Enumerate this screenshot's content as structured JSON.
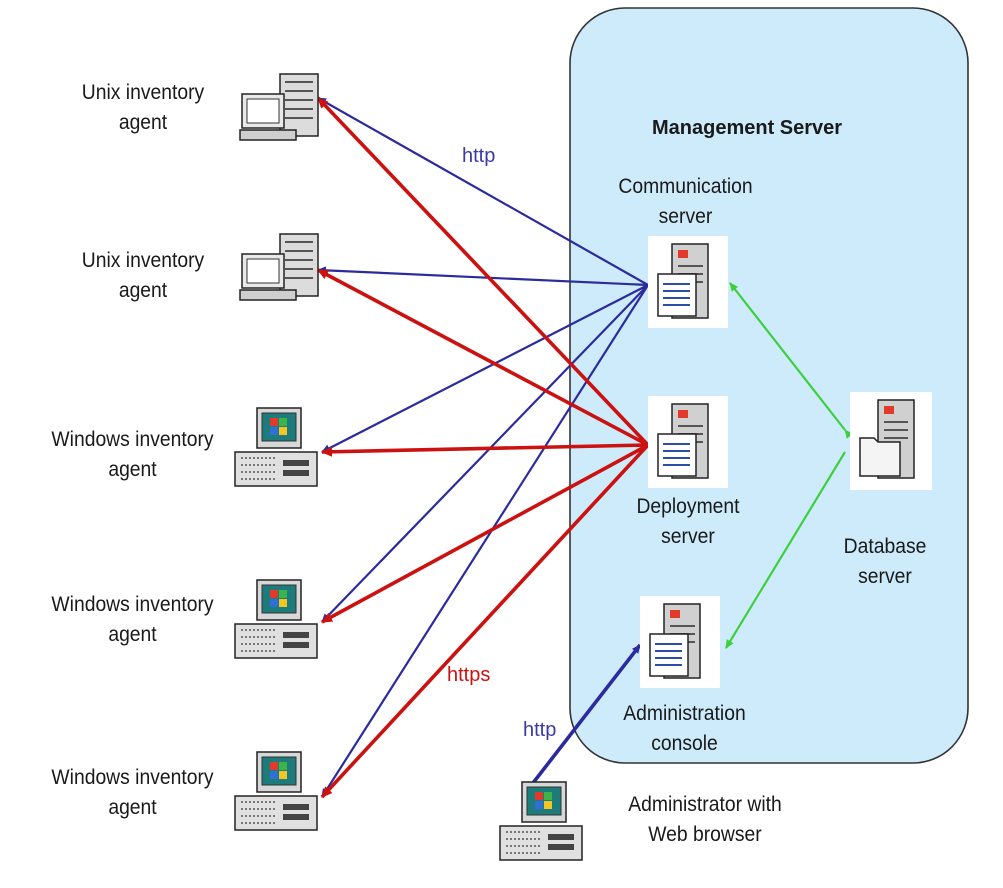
{
  "diagram": {
    "management_server_title": "Management Server",
    "agents": [
      {
        "line1": "Unix  inventory",
        "line2": "agent",
        "kind": "unix"
      },
      {
        "line1": "Unix  inventory",
        "line2": "agent",
        "kind": "unix"
      },
      {
        "line1": "Windows  inventory",
        "line2": "agent",
        "kind": "windows"
      },
      {
        "line1": "Windows  inventory",
        "line2": "agent",
        "kind": "windows"
      },
      {
        "line1": "Windows  inventory",
        "line2": "agent",
        "kind": "windows"
      }
    ],
    "servers": {
      "communication": {
        "line1": "Communication",
        "line2": "server"
      },
      "deployment": {
        "line1": "Deployment",
        "line2": "server"
      },
      "administration": {
        "line1": "Administration",
        "line2": "console"
      },
      "database": {
        "line1": "Database",
        "line2": "server"
      }
    },
    "administrator": {
      "line1": "Administrator with",
      "line2": "Web browser"
    },
    "protocols": {
      "http_top": "http",
      "https": "https",
      "http_admin": "http"
    },
    "colors": {
      "http_line": "#2b2b9e",
      "https_line": "#cc1111",
      "db_line": "#3ecf3e",
      "management_fill": "#cdebfb",
      "http_text": "#3a3aa8",
      "https_text": "#cc1111"
    },
    "icons": {
      "unix_agent": "unix-workstation-icon",
      "windows_agent": "windows-pc-icon",
      "server": "server-tower-icon",
      "database": "database-server-icon"
    }
  }
}
